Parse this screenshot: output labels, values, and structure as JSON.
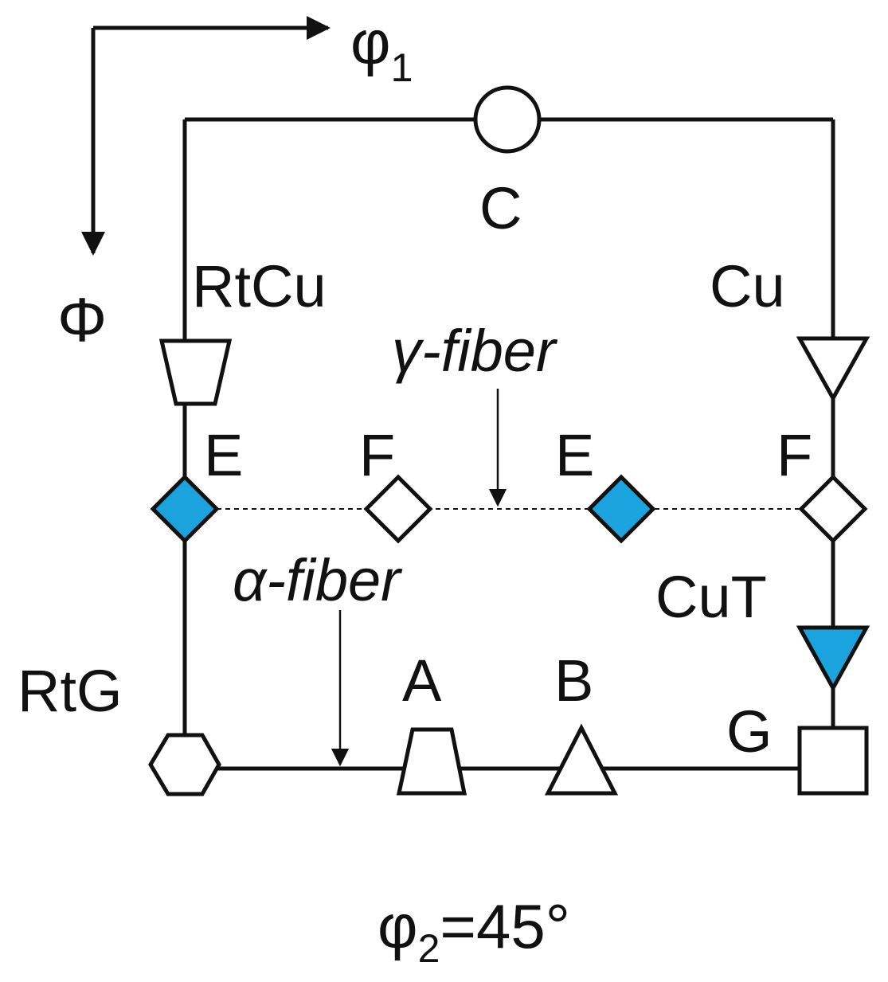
{
  "axes": {
    "phi1": "φ",
    "phi1_sub": "1",
    "Phi": "Φ"
  },
  "fibers": {
    "gamma": "γ-fiber",
    "alpha": "α-fiber"
  },
  "orientations": {
    "C": "C",
    "RtCu": "RtCu",
    "Cu": "Cu",
    "E_left": "E",
    "F_mid": "F",
    "E_mid": "E",
    "F_right": "F",
    "CuT": "CuT",
    "RtG": "RtG",
    "A": "A",
    "B": "B",
    "G": "G"
  },
  "section": {
    "phi2": "φ",
    "phi2_sub": "2",
    "value": "=45°"
  },
  "colors": {
    "highlight": "#1aa3dc",
    "open": "#ffffff",
    "line": "#111111"
  }
}
